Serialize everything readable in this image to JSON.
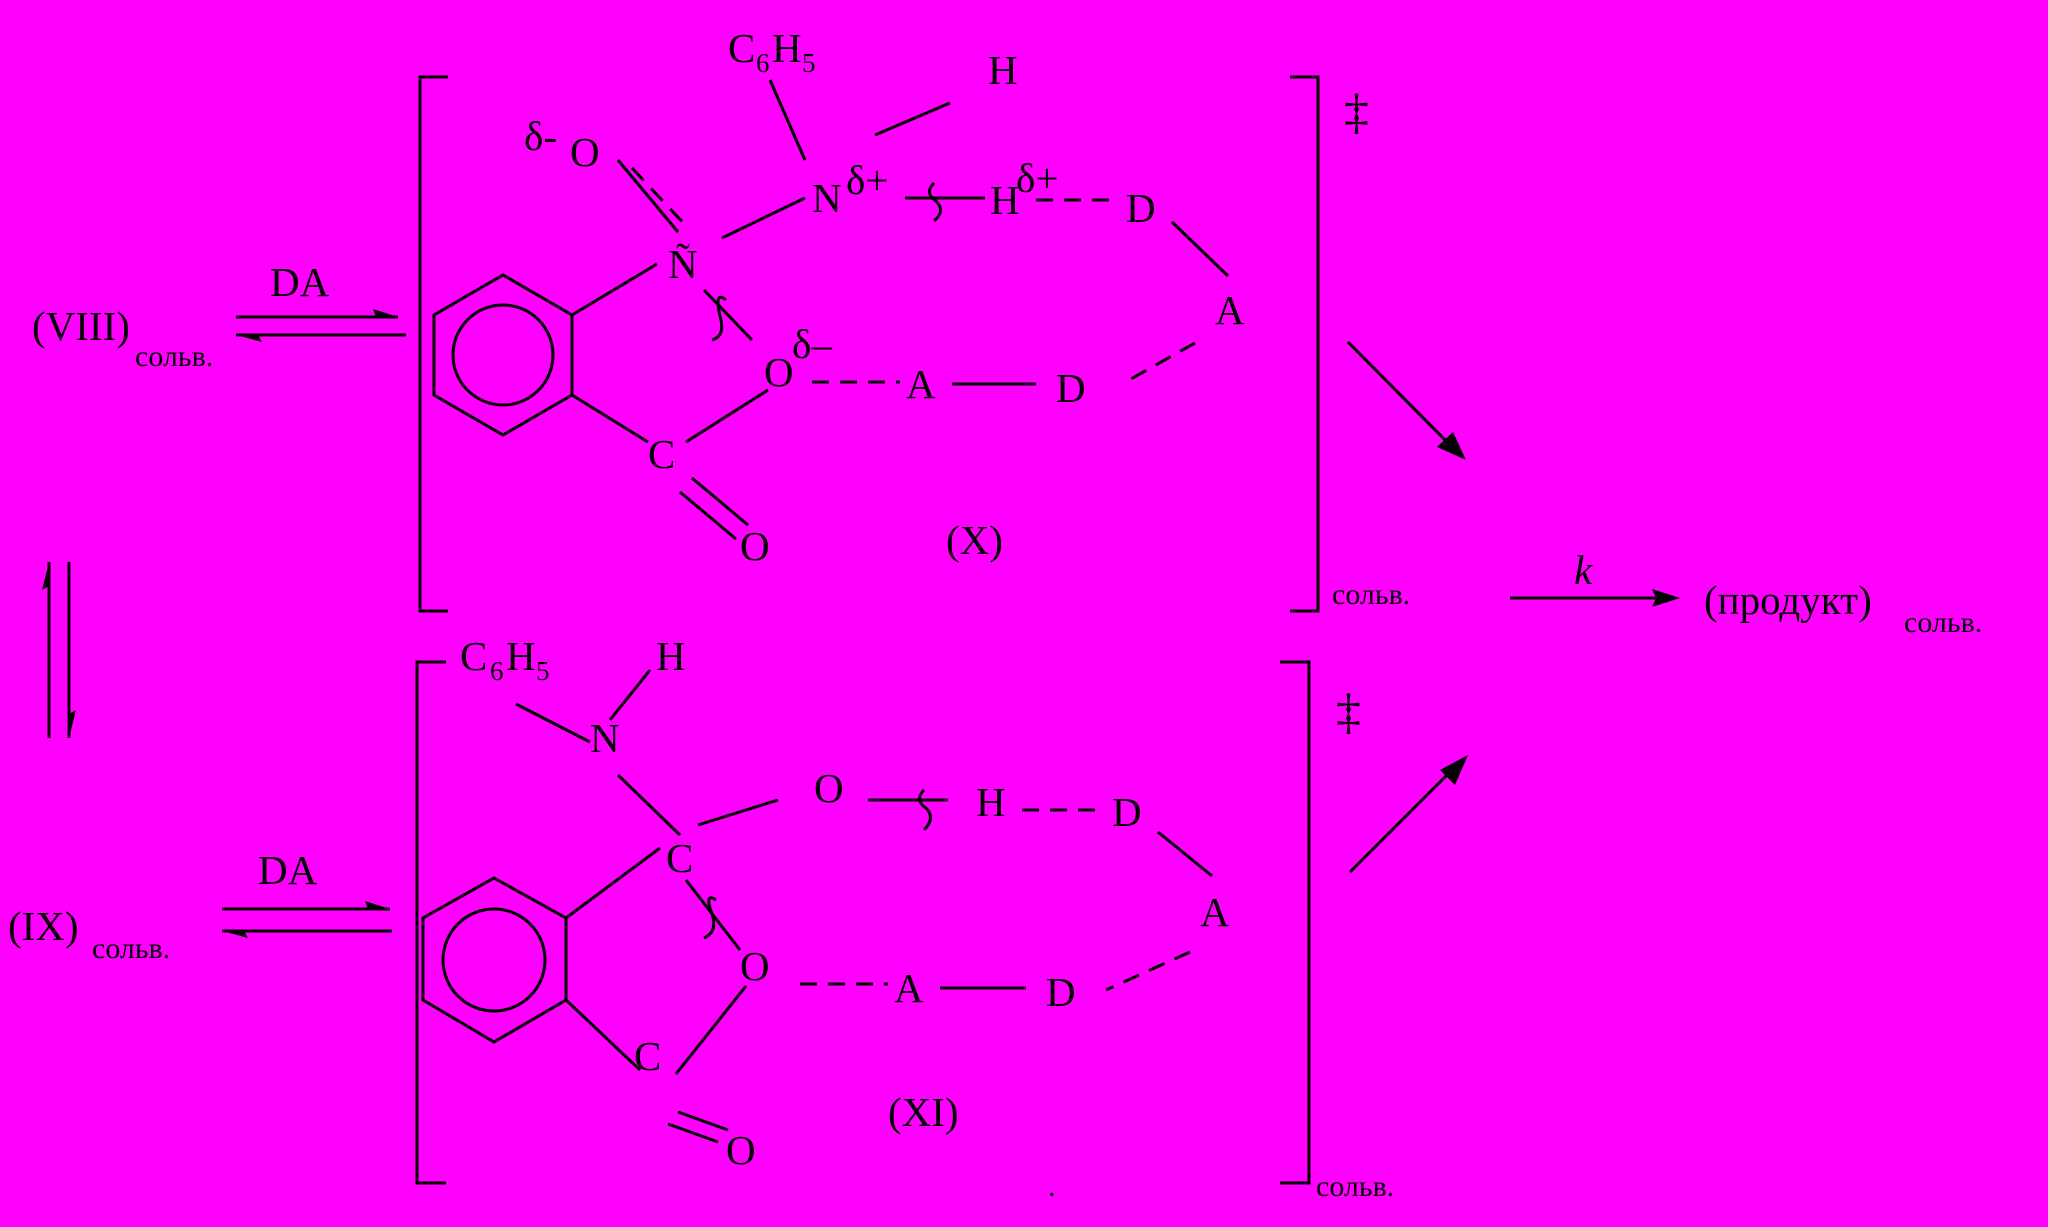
{
  "colors": {
    "background": "#ff00ff",
    "ink": "#000000"
  },
  "reactants": {
    "viii": {
      "label": "(VIII)",
      "subscript": "сольв."
    },
    "ix": {
      "label": "(IX)",
      "subscript": "сольв."
    }
  },
  "reagent": "DA",
  "ts_symbol": "‡",
  "solvent_sub": "сольв.",
  "rate_constant": "k",
  "product": {
    "label": "(продукт)",
    "subscript": "сольв."
  },
  "complex_x": {
    "label": "(X)",
    "atoms": {
      "phenyl_c": "C",
      "phenyl_6": "6",
      "phenyl_h": "H",
      "phenyl_5": "5",
      "h_top": "H",
      "o_nitro_delta": "δ-",
      "o_nitro": "O",
      "n_amine": "N",
      "n_delta": "δ+",
      "h_transfer": "H",
      "h_delta": "δ+",
      "d1": "D",
      "n_nitro": "Ñ",
      "a1": "A",
      "o_ester": "O",
      "o_delta": "δ–",
      "a2": "A",
      "d2": "D",
      "c_carbonyl": "C",
      "o_carbonyl": "O"
    }
  },
  "complex_xi": {
    "label": "(XI)",
    "atoms": {
      "phenyl_c": "C",
      "phenyl_6": "6",
      "phenyl_h": "H",
      "phenyl_5": "5",
      "h_top": "H",
      "n_amine": "N",
      "o_amide": "O",
      "h_transfer": "H",
      "d1": "D",
      "c_amide": "C",
      "a1": "A",
      "o_ester": "O",
      "a2": "A",
      "d2": "D",
      "c_carbonyl": "C",
      "o_carbonyl": "O"
    }
  },
  "footnote": "."
}
